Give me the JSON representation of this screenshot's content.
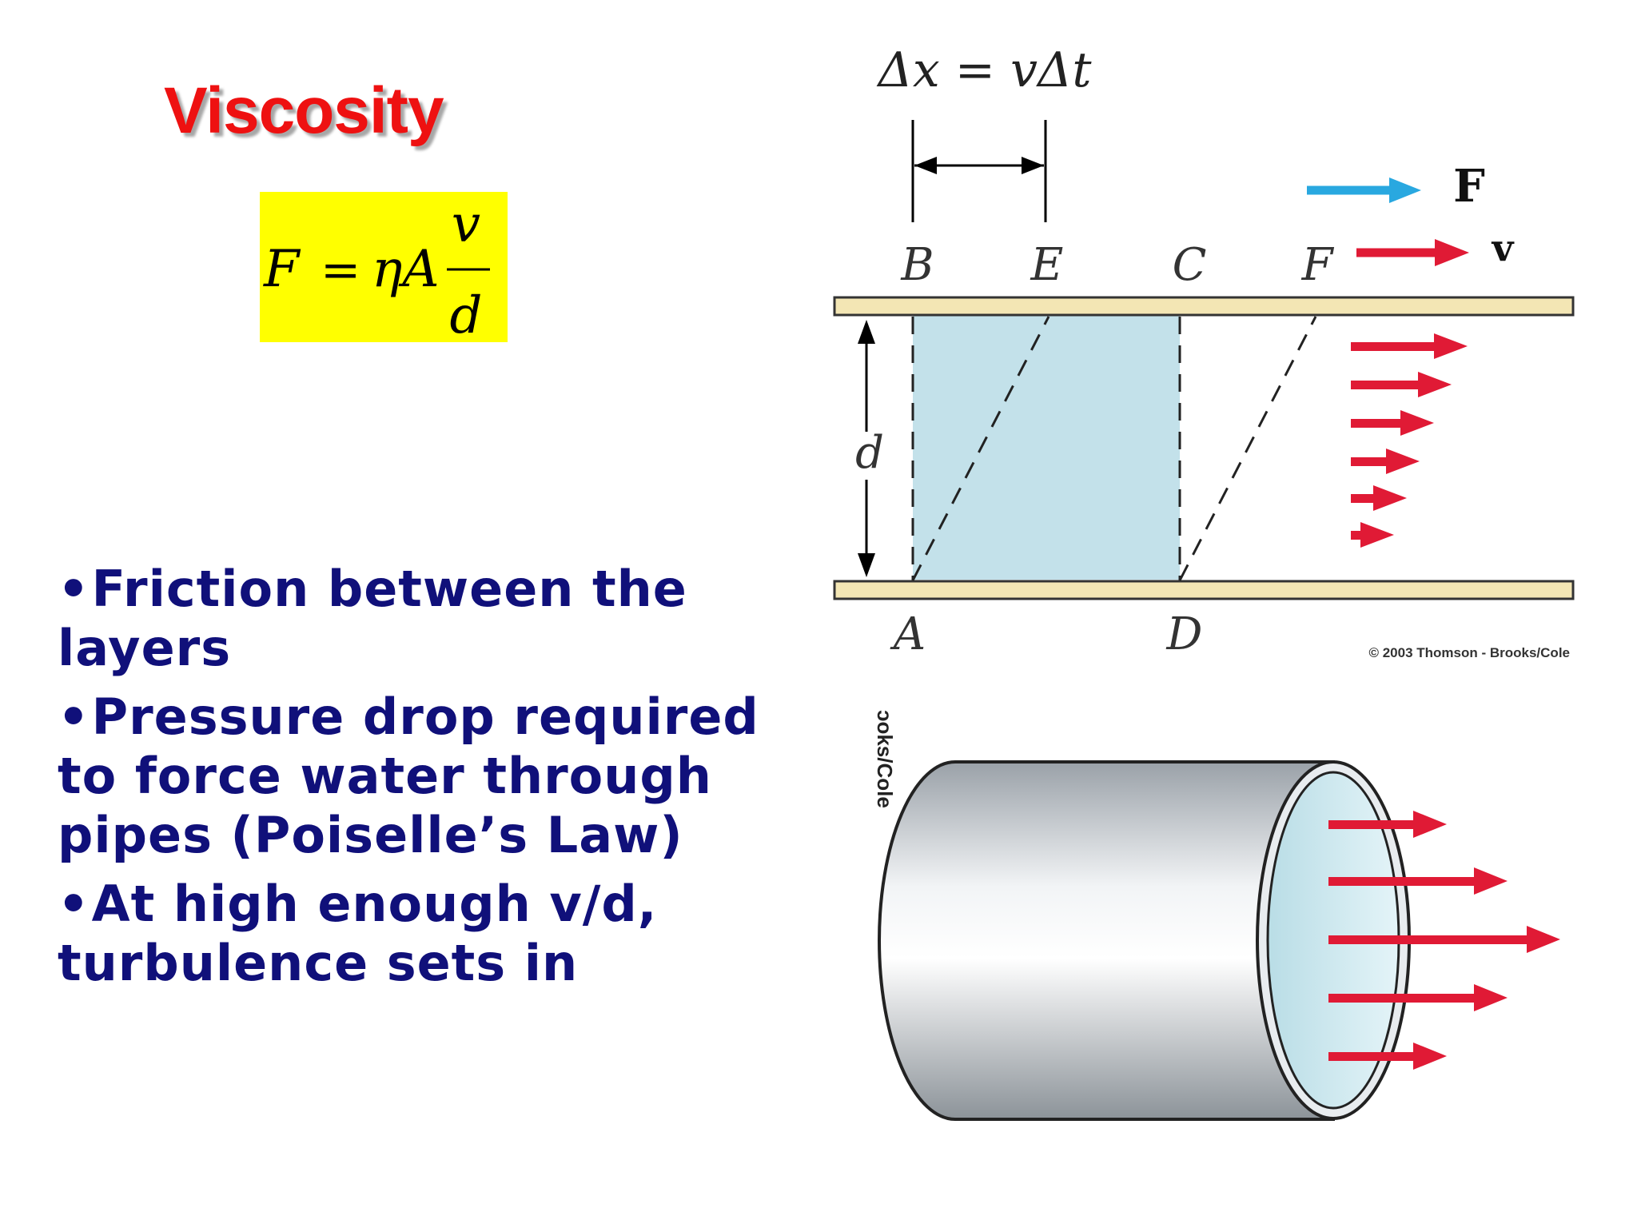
{
  "slide": {
    "title": "Viscosity",
    "formula": {
      "lhs": "F",
      "rhs_prefix": "ηA",
      "frac_num": "v",
      "frac_den": "d",
      "highlight_color": "#ffff00"
    },
    "bullets": [
      "Friction between the layers",
      "Pressure drop required to force water through pipes (Poiselle’s Law)",
      "At high enough v/d, turbulence sets in"
    ],
    "bullet_color": "#10107a",
    "title_color": "#ee1111"
  },
  "shear_diagram": {
    "displacement_label": "Δx = vΔt",
    "force_label": "F",
    "velocity_label": "v",
    "point_labels": {
      "A": "A",
      "B": "B",
      "C": "C",
      "D": "D",
      "E": "E",
      "F": "F"
    },
    "separation_label": "d",
    "copyright": "© 2003 Thomson - Brooks/Cole",
    "fluid_color": "#c3e1ea",
    "plate_color": "#f3e6b4",
    "arrow_red": "#e01a35",
    "arrow_blue": "#29a8e0"
  },
  "pipe_diagram": {
    "rotated_credit": "ɔoks/Cole",
    "arrow_red": "#e01a35"
  }
}
